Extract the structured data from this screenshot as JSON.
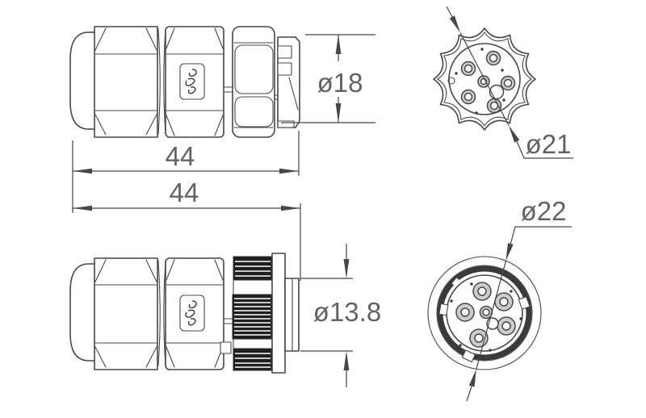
{
  "drawing": {
    "title": "waterproof-circular-connector-technical-drawing",
    "views": {
      "plug_side": {
        "id": "plug-side-view"
      },
      "socket_side": {
        "id": "socket-side-view"
      },
      "plug_face": {
        "id": "plug-face-view"
      },
      "socket_face": {
        "id": "socket-face-view"
      }
    },
    "dimensions": {
      "plug_length": "44",
      "socket_length": "44",
      "plug_diameter": "ø18",
      "sleeve_diameter": "ø13.8",
      "plug_face_diameter": "ø21",
      "socket_face_diameter": "ø22"
    },
    "colors": {
      "background": "#ffffff",
      "line": "#474747",
      "text": "#636363",
      "knurl": "#1f1f1f",
      "pin-fill": "#cccccc"
    }
  }
}
